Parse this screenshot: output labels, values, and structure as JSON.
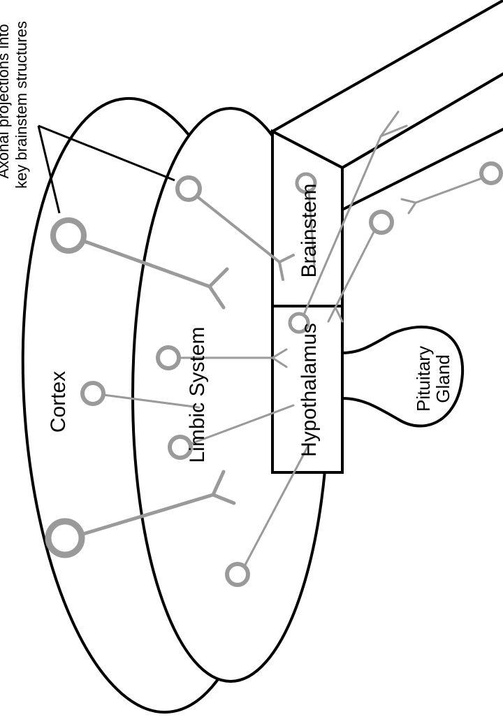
{
  "labels": {
    "axonal_projections_line1": "Axonal projections into",
    "axonal_projections_line2": "key brainstem structures",
    "cortex": "Cortex",
    "limbic_system": "Limbic System",
    "hypothalamus": "Hypothalamus",
    "brainstem": "Brainstem",
    "pituitary_line1": "Pituitary",
    "pituitary_line2": "Gland"
  },
  "colors": {
    "outline": "#000000",
    "neuron": "#9a9a9a",
    "background": "#ffffff"
  }
}
